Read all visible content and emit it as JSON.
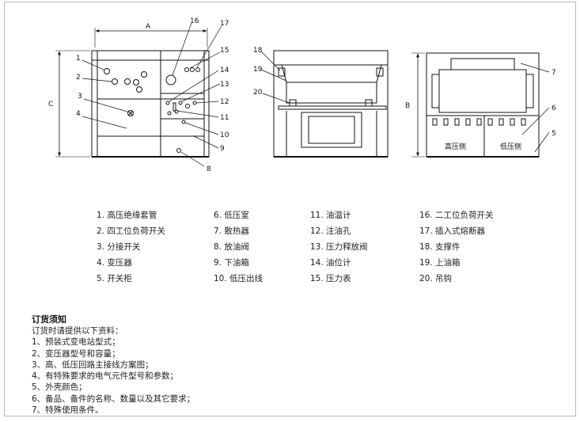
{
  "diagram": {
    "dimension_labels": {
      "a": "A",
      "b": "B",
      "c": "C"
    },
    "callouts": [
      "1",
      "2",
      "3",
      "4",
      "5",
      "6",
      "7",
      "8",
      "9",
      "10",
      "11",
      "12",
      "13",
      "14",
      "15",
      "16",
      "17",
      "18",
      "19",
      "20"
    ],
    "panel_labels": {
      "high_side": "高压侧",
      "low_side": "低压侧"
    }
  },
  "legend": [
    {
      "num": "1.",
      "text": "高压绝缘套管"
    },
    {
      "num": "2.",
      "text": "四工位负荷开关"
    },
    {
      "num": "3.",
      "text": "分接开关"
    },
    {
      "num": "4.",
      "text": "变压器"
    },
    {
      "num": "5.",
      "text": "开关柜"
    },
    {
      "num": "6.",
      "text": "低压室"
    },
    {
      "num": "7.",
      "text": "散热器"
    },
    {
      "num": "8.",
      "text": "放油阀"
    },
    {
      "num": "9.",
      "text": "下油箱"
    },
    {
      "num": "10.",
      "text": "低压出线"
    },
    {
      "num": "11.",
      "text": "油温计"
    },
    {
      "num": "12.",
      "text": "注油孔"
    },
    {
      "num": "13.",
      "text": "压力释放阀"
    },
    {
      "num": "14.",
      "text": "油位计"
    },
    {
      "num": "15.",
      "text": "压力表"
    },
    {
      "num": "16.",
      "text": "二工位负荷开关"
    },
    {
      "num": "17.",
      "text": "插入式熔断器"
    },
    {
      "num": "18.",
      "text": "支撑件"
    },
    {
      "num": "19.",
      "text": "上油箱"
    },
    {
      "num": "20.",
      "text": "吊钩"
    }
  ],
  "notes": {
    "title": "订货须知",
    "intro": "订货时请提供以下资料：",
    "items": [
      "1、预装式变电站型式；",
      "2、变压器型号和容量；",
      "3、高、低压回路主接线方案图；",
      "4、有特殊要求的电气元件型号和参数；",
      "5、外壳颜色；",
      "6、备品、备件的名称、数量以及其它要求；",
      "7、特殊使用条件。"
    ]
  }
}
